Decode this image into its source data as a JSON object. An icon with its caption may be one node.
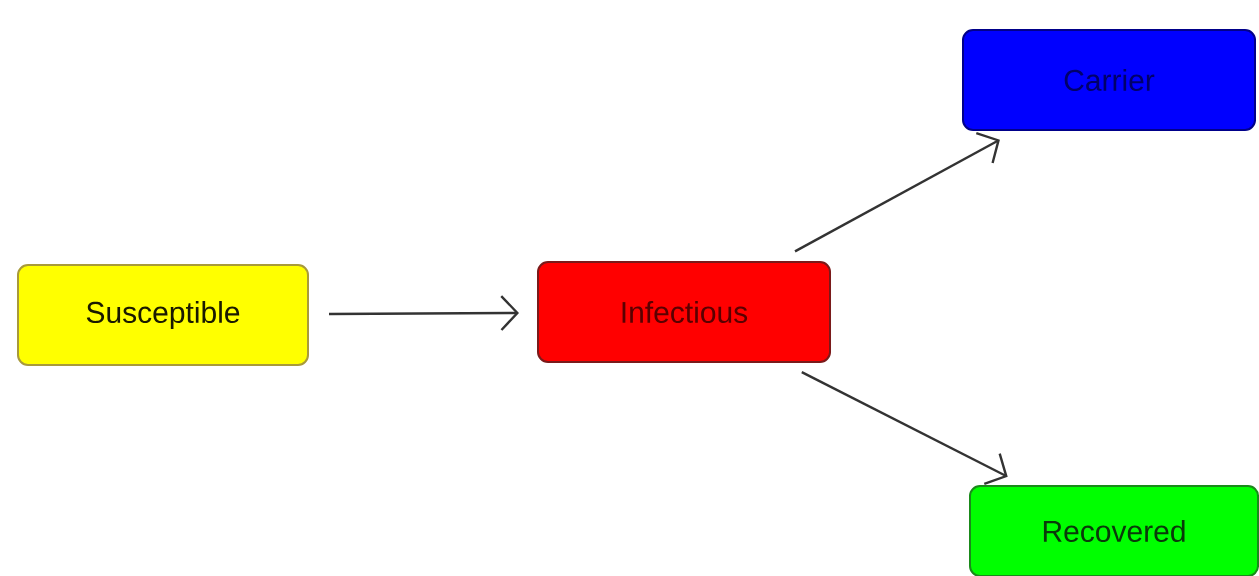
{
  "diagram": {
    "nodes": [
      {
        "text": [
          "Susceptible"
        ]
      },
      {
        "text": [
          "Infectious"
        ]
      },
      {
        "text": [
          "Carrier"
        ]
      },
      {
        "text": [
          "Recovered"
        ]
      }
    ],
    "edges": [
      {
        "from": 0,
        "to": 1,
        "arrow": "to"
      },
      {
        "from": 1,
        "to": 2,
        "arrow": "to"
      },
      {
        "from": 1,
        "to": 3,
        "arrow": "to"
      }
    ]
  }
}
